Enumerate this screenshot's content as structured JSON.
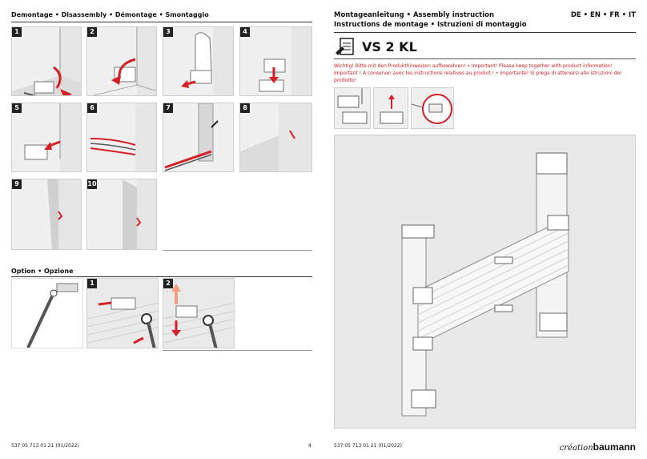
{
  "left": {
    "section_title": "Demontage • Disassembly • Démontage • Smontaggio",
    "steps": [
      "1",
      "2",
      "3",
      "4",
      "5",
      "6",
      "7",
      "8",
      "9",
      "10"
    ],
    "option_title": "Option • Opzione",
    "option_steps": [
      "1",
      "2"
    ],
    "footer_code": "537 05 713 01 21 (01/2022)",
    "page_number": "4"
  },
  "right": {
    "title_line1": "Montageanleitung •  Assembly instruction",
    "title_line2": "Instructions de montage  •  Istruzioni di montaggio",
    "languages": "DE • EN • FR • IT",
    "product_name": "VS 2 KL",
    "warning_line1": "Wichtig! Bitte mit den Produkthinweisen aufbewahren! • Important! Please keep together with product information!",
    "warning_line2": "Important ! A conserver avec les instructions relatives au produit ! • Importante! Si prega di attenersi alle istruzioni del prodotto!",
    "footer_code": "537 05 713 01 21 (01/2022)",
    "brand_script": "création",
    "brand_name": "baumann"
  },
  "colors": {
    "accent_red": "#d61f26",
    "panel_gray": "#f0f0f0",
    "frame_gray": "#8c8c8c"
  }
}
